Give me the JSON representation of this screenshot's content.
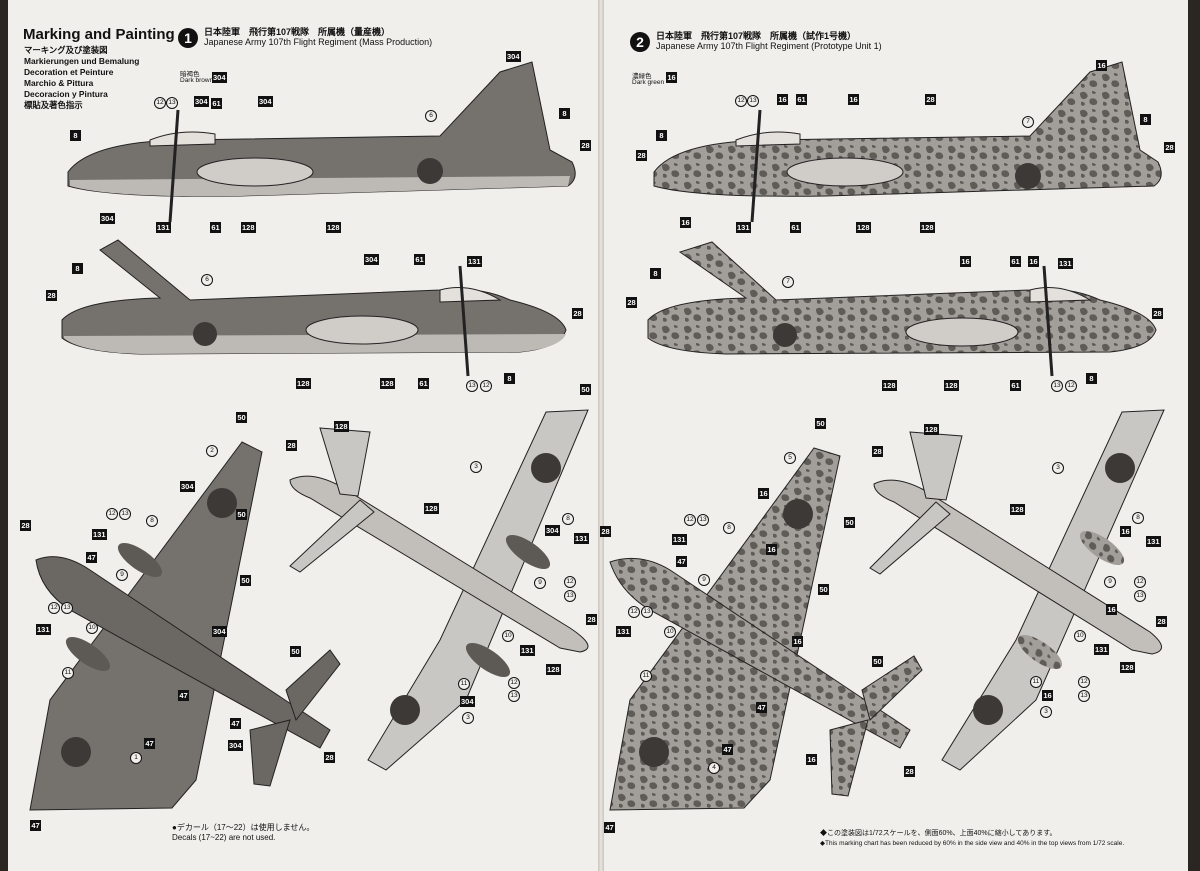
{
  "heading": {
    "title": "Marking and Painting",
    "languages": [
      "マーキング及び塗装図",
      "Markierungen und Bemalung",
      "Decoration et Peinture",
      "Marchio & Pittura",
      "Decoracion y Pintura",
      "標貼及著色指示"
    ]
  },
  "scheme1": {
    "number": "1",
    "japanese": "日本陸軍　飛行第107戦隊　所属機（量産機）",
    "english": "Japanese Army 107th Flight Regiment (Mass Production)",
    "color_jp": "暗褐色",
    "color_en": "Dark brown",
    "color_code": "304"
  },
  "scheme2": {
    "number": "2",
    "japanese": "日本陸軍　飛行第107戦隊　所属機（試作1号機）",
    "english": "Japanese Army 107th Flight Regiment (Prototype Unit 1)",
    "color_jp": "濃緑色",
    "color_en": "Dark green",
    "color_code": "16"
  },
  "notes": {
    "decal_jp": "●デカール（17〜22）は使用しません。",
    "decal_en": "Decals (17~22) are not used.",
    "scale_jp": "◆この塗装図は1/72スケールを、側面60%、上面40%に縮小してあります。",
    "scale_en": "◆This marking chart has been reduced by 60% in the side view and 40% in the top views from 1/72 scale."
  },
  "colors": {
    "dark_brown": "#6f6c68",
    "light_underside": "#c9c7c3",
    "camo_base": "#9c9894",
    "camo_dark": "#5d5a56",
    "hinomaru": "#3c3936"
  },
  "callouts": {
    "c1": [
      "304",
      "304",
      "304",
      "8",
      "28",
      "8",
      "61",
      "12",
      "13",
      "131",
      "61",
      "128",
      "128",
      "6"
    ],
    "c2": [
      "304",
      "8",
      "28",
      "6",
      "61",
      "304",
      "131",
      "28",
      "128",
      "128",
      "61",
      "13",
      "12",
      "8"
    ],
    "c3": [
      "16",
      "16",
      "61",
      "16",
      "28",
      "28",
      "8",
      "28",
      "8",
      "12",
      "13",
      "131",
      "61",
      "128",
      "128",
      "7"
    ],
    "c4": [
      "16",
      "8",
      "28",
      "7",
      "16",
      "61",
      "16",
      "131",
      "28",
      "128",
      "128",
      "61",
      "13",
      "12",
      "8"
    ],
    "top1": [
      "50",
      "2",
      "304",
      "50",
      "8",
      "12",
      "13",
      "131",
      "47",
      "9",
      "50",
      "12",
      "13",
      "131",
      "10",
      "11",
      "304",
      "47",
      "50",
      "47",
      "304",
      "47",
      "28",
      "28",
      "47",
      "1"
    ],
    "top2": [
      "128",
      "28",
      "3",
      "128",
      "304",
      "8",
      "131",
      "12",
      "9",
      "13",
      "28",
      "10",
      "131",
      "12",
      "13",
      "11",
      "3",
      "304",
      "128",
      "50"
    ],
    "top3": [
      "50",
      "5",
      "16",
      "50",
      "28",
      "12",
      "13",
      "8",
      "131",
      "16",
      "47",
      "9",
      "50",
      "12",
      "13",
      "131",
      "10",
      "11",
      "16",
      "47",
      "50",
      "47",
      "16",
      "28",
      "47",
      "4"
    ],
    "top4": [
      "128",
      "28",
      "3",
      "128",
      "8",
      "16",
      "131",
      "12",
      "9",
      "13",
      "16",
      "28",
      "10",
      "131",
      "12",
      "13",
      "16",
      "11",
      "3",
      "128"
    ]
  }
}
